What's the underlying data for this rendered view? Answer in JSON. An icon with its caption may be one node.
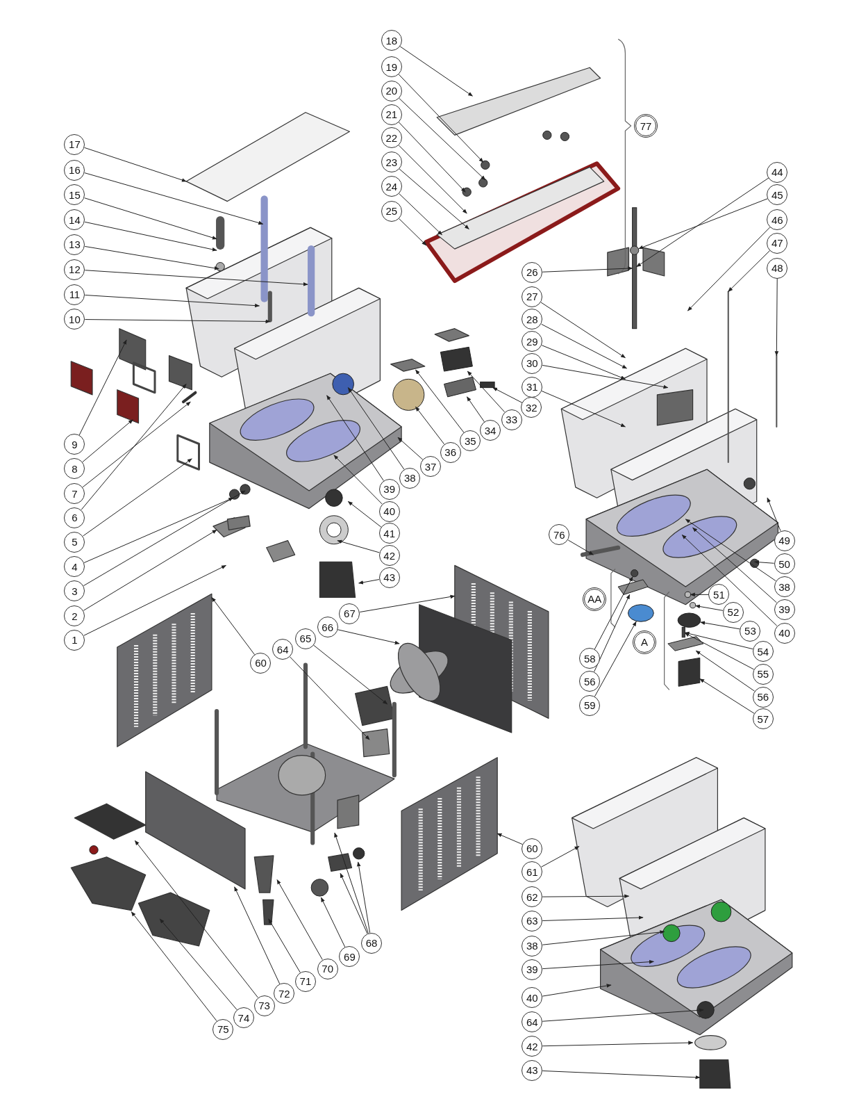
{
  "diagram": {
    "nodes": [
      {
        "text": [
          "18"
        ]
      },
      {
        "text": [
          "19"
        ]
      },
      {
        "text": [
          "20"
        ]
      },
      {
        "text": [
          "21"
        ]
      },
      {
        "text": [
          "22"
        ]
      },
      {
        "text": [
          "23"
        ]
      },
      {
        "text": [
          "24"
        ]
      },
      {
        "text": [
          "25"
        ]
      },
      {
        "text": [
          "77"
        ]
      },
      {
        "text": [
          "17"
        ]
      },
      {
        "text": [
          "16"
        ]
      },
      {
        "text": [
          "15"
        ]
      },
      {
        "text": [
          "14"
        ]
      },
      {
        "text": [
          "13"
        ]
      },
      {
        "text": [
          "12"
        ]
      },
      {
        "text": [
          "11"
        ]
      },
      {
        "text": [
          "10"
        ]
      },
      {
        "text": [
          "44"
        ]
      },
      {
        "text": [
          "45"
        ]
      },
      {
        "text": [
          "46"
        ]
      },
      {
        "text": [
          "47"
        ]
      },
      {
        "text": [
          "48"
        ]
      },
      {
        "text": [
          "26"
        ]
      },
      {
        "text": [
          "27"
        ]
      },
      {
        "text": [
          "28"
        ]
      },
      {
        "text": [
          "29"
        ]
      },
      {
        "text": [
          "30"
        ]
      },
      {
        "text": [
          "31"
        ]
      },
      {
        "text": [
          "9"
        ]
      },
      {
        "text": [
          "8"
        ]
      },
      {
        "text": [
          "7"
        ]
      },
      {
        "text": [
          "6"
        ]
      },
      {
        "text": [
          "5"
        ]
      },
      {
        "text": [
          "4"
        ]
      },
      {
        "text": [
          "3"
        ]
      },
      {
        "text": [
          "2"
        ]
      },
      {
        "text": [
          "1"
        ]
      },
      {
        "text": [
          "32"
        ]
      },
      {
        "text": [
          "33"
        ]
      },
      {
        "text": [
          "34"
        ]
      },
      {
        "text": [
          "35"
        ]
      },
      {
        "text": [
          "36"
        ]
      },
      {
        "text": [
          "37"
        ]
      },
      {
        "text": [
          "38"
        ]
      },
      {
        "text": [
          "39"
        ]
      },
      {
        "text": [
          "40"
        ]
      },
      {
        "text": [
          "41"
        ]
      },
      {
        "text": [
          "42"
        ]
      },
      {
        "text": [
          "43"
        ]
      },
      {
        "text": [
          "49"
        ]
      },
      {
        "text": [
          "50"
        ]
      },
      {
        "text": [
          "38"
        ]
      },
      {
        "text": [
          "39"
        ]
      },
      {
        "text": [
          "40"
        ]
      },
      {
        "text": [
          "76"
        ]
      },
      {
        "text": [
          "AA"
        ]
      },
      {
        "text": [
          "58"
        ]
      },
      {
        "text": [
          "56"
        ]
      },
      {
        "text": [
          "59"
        ]
      },
      {
        "text": [
          "A"
        ]
      },
      {
        "text": [
          "51"
        ]
      },
      {
        "text": [
          "52"
        ]
      },
      {
        "text": [
          "53"
        ]
      },
      {
        "text": [
          "54"
        ]
      },
      {
        "text": [
          "55"
        ]
      },
      {
        "text": [
          "56"
        ]
      },
      {
        "text": [
          "57"
        ]
      },
      {
        "text": [
          "60"
        ]
      },
      {
        "text": [
          "64"
        ]
      },
      {
        "text": [
          "65"
        ]
      },
      {
        "text": [
          "66"
        ]
      },
      {
        "text": [
          "67"
        ]
      },
      {
        "text": [
          "60"
        ]
      },
      {
        "text": [
          "61"
        ]
      },
      {
        "text": [
          "62"
        ]
      },
      {
        "text": [
          "63"
        ]
      },
      {
        "text": [
          "38"
        ]
      },
      {
        "text": [
          "39"
        ]
      },
      {
        "text": [
          "40"
        ]
      },
      {
        "text": [
          "64"
        ]
      },
      {
        "text": [
          "42"
        ]
      },
      {
        "text": [
          "43"
        ]
      },
      {
        "text": [
          "75"
        ]
      },
      {
        "text": [
          "74"
        ]
      },
      {
        "text": [
          "73"
        ]
      },
      {
        "text": [
          "72"
        ]
      },
      {
        "text": [
          "71"
        ]
      },
      {
        "text": [
          "70"
        ]
      },
      {
        "text": [
          "69"
        ]
      },
      {
        "text": [
          "68"
        ]
      },
      {
        "text": [],
        "shape": "box"
      },
      {
        "text": [],
        "shape": "circle"
      },
      {
        "text": [],
        "shape": "box"
      },
      {
        "text": [],
        "shape": "circle"
      },
      {
        "text": [],
        "shape": "box"
      },
      {
        "text": [],
        "shape": "circle"
      },
      {
        "text": [],
        "shape": "circle"
      },
      {
        "text": [],
        "shape": "circle"
      },
      {
        "text": [],
        "shape": "box"
      },
      {
        "text": [],
        "shape": "box"
      },
      {
        "text": [],
        "shape": "box"
      },
      {
        "text": [],
        "shape": "circle"
      },
      {
        "text": [],
        "shape": "box"
      },
      {
        "text": [],
        "shape": "box"
      }
    ],
    "edges": [
      {
        "from": 0,
        "to": null,
        "arrow": "to"
      },
      {
        "from": 1,
        "to": null,
        "arrow": "to"
      },
      {
        "from": 2,
        "to": null,
        "arrow": "to"
      },
      {
        "from": 3,
        "to": null,
        "arrow": "to"
      },
      {
        "from": 4,
        "to": null,
        "arrow": "to"
      },
      {
        "from": 5,
        "to": null,
        "arrow": "to"
      },
      {
        "from": 6,
        "to": null,
        "arrow": "to"
      },
      {
        "from": 7,
        "to": null,
        "arrow": "to"
      },
      {
        "from": 9,
        "to": null,
        "arrow": "to"
      },
      {
        "from": 10,
        "to": null,
        "arrow": "to"
      },
      {
        "from": 11,
        "to": null,
        "arrow": "to"
      },
      {
        "from": 12,
        "to": null,
        "arrow": "to"
      },
      {
        "from": 13,
        "to": null,
        "arrow": "to"
      },
      {
        "from": 14,
        "to": null,
        "arrow": "to"
      },
      {
        "from": 15,
        "to": null,
        "arrow": "to"
      },
      {
        "from": 16,
        "to": null,
        "arrow": "to"
      },
      {
        "from": 17,
        "to": 90,
        "arrow": "to"
      },
      {
        "from": 18,
        "to": 91,
        "arrow": "to"
      },
      {
        "from": 19,
        "to": null,
        "arrow": "to"
      },
      {
        "from": 20,
        "to": null,
        "arrow": "to"
      },
      {
        "from": 21,
        "to": null,
        "arrow": "to"
      },
      {
        "from": 22,
        "to": 90,
        "arrow": "to"
      },
      {
        "from": 23,
        "to": null,
        "arrow": "to"
      },
      {
        "from": 24,
        "to": null,
        "arrow": "to"
      },
      {
        "from": 25,
        "to": null,
        "arrow": "to"
      },
      {
        "from": 26,
        "to": null,
        "arrow": "to"
      },
      {
        "from": 27,
        "to": null,
        "arrow": "to"
      },
      {
        "from": 28,
        "to": null,
        "arrow": "to"
      },
      {
        "from": 29,
        "to": null,
        "arrow": "to"
      },
      {
        "from": 30,
        "to": null,
        "arrow": "to"
      },
      {
        "from": 31,
        "to": null,
        "arrow": "to"
      },
      {
        "from": 32,
        "to": null,
        "arrow": "to"
      },
      {
        "from": 33,
        "to": null,
        "arrow": "to"
      },
      {
        "from": 34,
        "to": null,
        "arrow": "to"
      },
      {
        "from": 35,
        "to": null,
        "arrow": "to"
      },
      {
        "from": 36,
        "to": null,
        "arrow": "to"
      },
      {
        "from": 37,
        "to": 92,
        "arrow": "to"
      },
      {
        "from": 38,
        "to": 99,
        "arrow": "to"
      },
      {
        "from": 39,
        "to": 100,
        "arrow": "to"
      },
      {
        "from": 40,
        "to": null,
        "arrow": "to"
      },
      {
        "from": 41,
        "to": null,
        "arrow": "to"
      },
      {
        "from": 42,
        "to": null,
        "arrow": "to"
      },
      {
        "from": 43,
        "to": null,
        "arrow": "to"
      },
      {
        "from": 44,
        "to": null,
        "arrow": "to"
      },
      {
        "from": 45,
        "to": null,
        "arrow": "to"
      },
      {
        "from": 46,
        "to": null,
        "arrow": "to"
      },
      {
        "from": 47,
        "to": null,
        "arrow": "to"
      },
      {
        "from": 48,
        "to": null,
        "arrow": "to"
      },
      {
        "from": 49,
        "to": null,
        "arrow": "to"
      },
      {
        "from": 50,
        "to": null,
        "arrow": "to"
      },
      {
        "from": 51,
        "to": null,
        "arrow": "to"
      },
      {
        "from": 52,
        "to": null,
        "arrow": "to"
      },
      {
        "from": 53,
        "to": null,
        "arrow": "to"
      },
      {
        "from": 54,
        "to": null,
        "arrow": "to"
      },
      {
        "from": 56,
        "to": 93,
        "arrow": "to"
      },
      {
        "from": 57,
        "to": 94,
        "arrow": "to"
      },
      {
        "from": 58,
        "to": 95,
        "arrow": "to"
      },
      {
        "from": 60,
        "to": 101,
        "arrow": "to"
      },
      {
        "from": 61,
        "to": 96,
        "arrow": "to"
      },
      {
        "from": 62,
        "to": 97,
        "arrow": "to"
      },
      {
        "from": 63,
        "to": 102,
        "arrow": "to"
      },
      {
        "from": 64,
        "to": 102,
        "arrow": "to"
      },
      {
        "from": 65,
        "to": 98,
        "arrow": "to"
      },
      {
        "from": 66,
        "to": 103,
        "arrow": "to"
      },
      {
        "from": 67,
        "to": null,
        "arrow": "to"
      },
      {
        "from": 68,
        "to": null,
        "arrow": "to"
      },
      {
        "from": 69,
        "to": null,
        "arrow": "to"
      },
      {
        "from": 70,
        "to": null,
        "arrow": "to"
      },
      {
        "from": 71,
        "to": null,
        "arrow": "to"
      },
      {
        "from": 72,
        "to": null,
        "arrow": "to"
      },
      {
        "from": 73,
        "to": null,
        "arrow": "to"
      },
      {
        "from": 74,
        "to": null,
        "arrow": "to"
      },
      {
        "from": 75,
        "to": null,
        "arrow": "to"
      },
      {
        "from": 76,
        "to": null,
        "arrow": "to"
      },
      {
        "from": 77,
        "to": null,
        "arrow": "to"
      },
      {
        "from": 78,
        "to": null,
        "arrow": "to"
      },
      {
        "from": 79,
        "to": null,
        "arrow": "to"
      },
      {
        "from": 80,
        "to": null,
        "arrow": "to"
      },
      {
        "from": 81,
        "to": null,
        "arrow": "to"
      },
      {
        "from": 82,
        "to": null,
        "arrow": "to"
      },
      {
        "from": 83,
        "to": null,
        "arrow": "to"
      },
      {
        "from": 84,
        "to": null,
        "arrow": "to"
      },
      {
        "from": 85,
        "to": null,
        "arrow": "to"
      },
      {
        "from": 86,
        "to": null,
        "arrow": "to"
      },
      {
        "from": 87,
        "to": null,
        "arrow": "to"
      },
      {
        "from": 88,
        "to": null,
        "arrow": "to"
      },
      {
        "from": 89,
        "to": null,
        "arrow": "to"
      },
      {
        "from": 89,
        "to": null,
        "arrow": "to"
      },
      {
        "from": 89,
        "to": null,
        "arrow": "to"
      }
    ]
  }
}
